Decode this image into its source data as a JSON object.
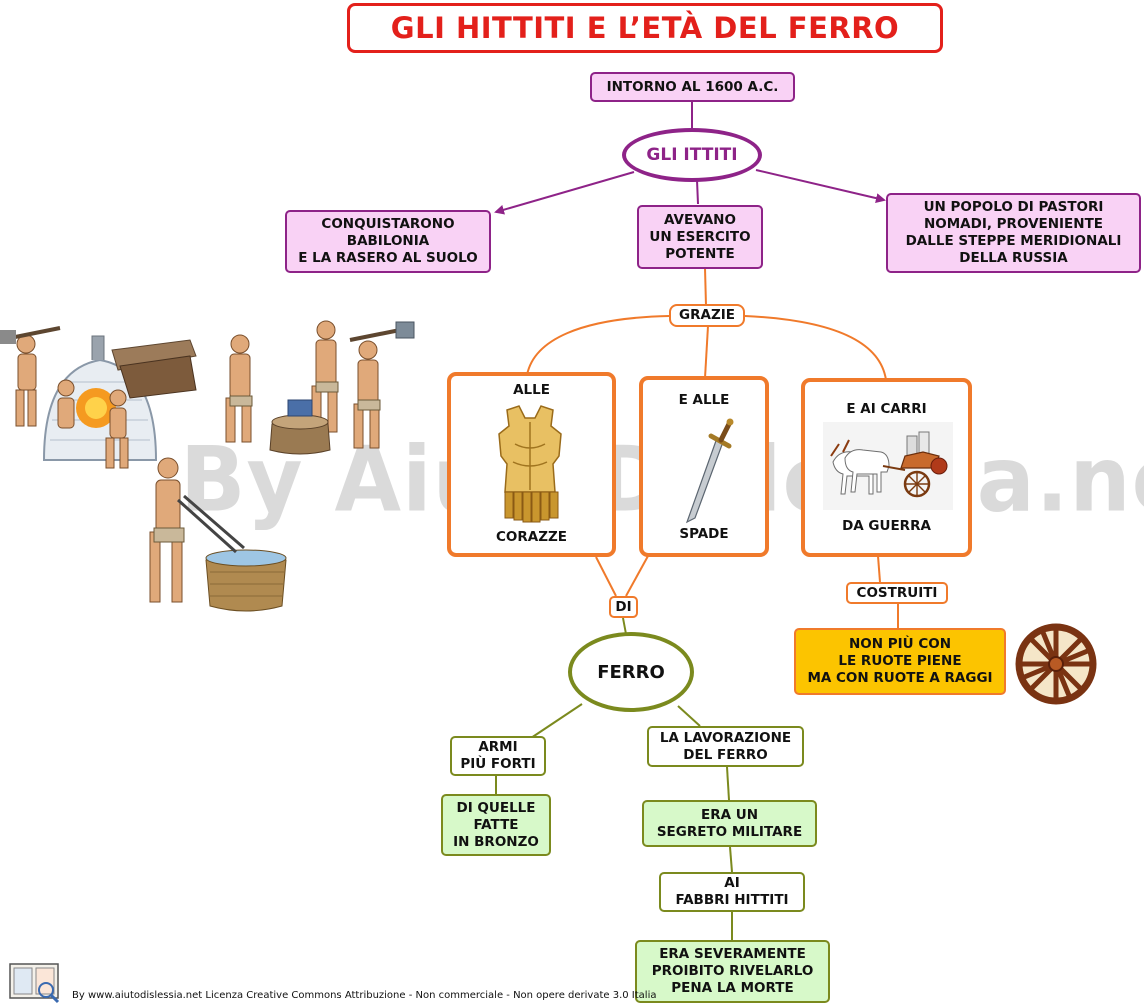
{
  "title": "GLI HITTITI E L’ETÀ DEL FERRO",
  "date_box": "INTORNO AL 1600 A.C.",
  "main_node": "GLI ITTITI",
  "branches": {
    "left": "CONQUISTARONO\nBABILONIA\nE LA RASERO AL SUOLO",
    "center": "AVEVANO\nUN ESERCITO\nPOTENTE",
    "right": "UN POPOLO DI PASTORI\nNOMADI, PROVENIENTE\nDALLE STEPPE MERIDIONALI\nDELLA RUSSIA"
  },
  "grazie": "GRAZIE",
  "cards": [
    {
      "top": "ALLE",
      "bottom": "CORAZZE",
      "icon": "armor-cuirass"
    },
    {
      "top": "E ALLE",
      "bottom": "SPADE",
      "icon": "sword"
    },
    {
      "top": "E AI CARRI",
      "bottom": "DA GUERRA",
      "icon": "war-chariot"
    }
  ],
  "di": "DI",
  "costruiti": "COSTRUITI",
  "wheels_box": "NON PIÙ CON\nLE RUOTE PIENE\nMA CON RUOTE A RAGGI",
  "ferro": "FERRO",
  "armi": {
    "label": "ARMI\nPIÙ FORTI",
    "detail": "DI QUELLE\nFATTE\nIN BRONZO"
  },
  "lavorazione": {
    "label": "LA LAVORAZIONE\nDEL FERRO",
    "steps": [
      "ERA UN\nSEGRETO MILITARE",
      "AI\nFABBRI HITTITI",
      "ERA SEVERAMENTE\nPROIBITO RIVELARLO\nPENA LA MORTE"
    ]
  },
  "watermark": "By AiutoDislessia.net",
  "footer": "By www.aiutodislessia.net Licenza Creative Commons Attribuzione - Non commerciale - Non opere derivate 3.0 Italia",
  "colors": {
    "title": "#e3201b",
    "purple": "#8e2388",
    "pink_fill": "#f9d2f5",
    "orange": "#f07a2b",
    "olive": "#7b8a1e",
    "green_fill": "#d7f9c9",
    "yellow_fill": "#fcc400"
  }
}
